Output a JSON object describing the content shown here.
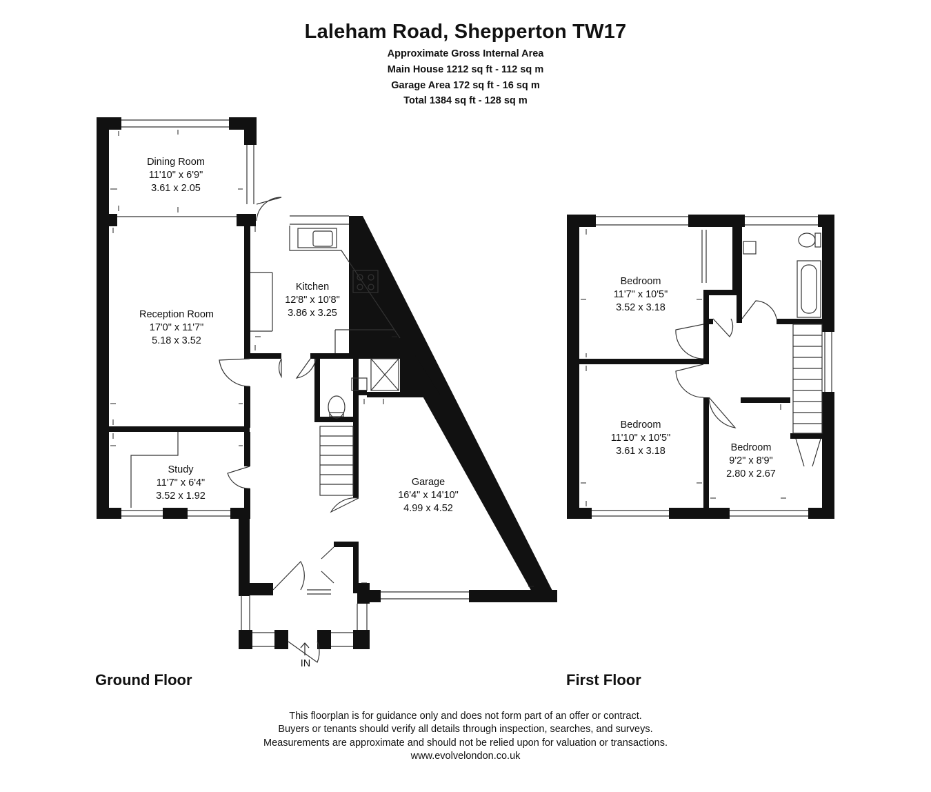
{
  "header": {
    "title": "Laleham Road, Shepperton TW17",
    "area_heading": "Approximate Gross Internal Area",
    "main_house": "Main House 1212 sq ft - 112 sq m",
    "garage_area": "Garage Area 172 sq ft - 16 sq m",
    "total": "Total 1384 sq ft - 128 sq m"
  },
  "rooms": {
    "dining": {
      "name": "Dining Room",
      "imperial": "11'10\" x 6'9\"",
      "metric": "3.61 x 2.05"
    },
    "reception": {
      "name": "Reception Room",
      "imperial": "17'0\" x 11'7\"",
      "metric": "5.18 x 3.52"
    },
    "kitchen": {
      "name": "Kitchen",
      "imperial": "12'8\" x 10'8\"",
      "metric": "3.86 x 3.25"
    },
    "study": {
      "name": "Study",
      "imperial": "11'7\" x 6'4\"",
      "metric": "3.52 x 1.92"
    },
    "garage": {
      "name": "Garage",
      "imperial": "16'4\" x 14'10\"",
      "metric": "4.99 x 4.52"
    },
    "bedroom1": {
      "name": "Bedroom",
      "imperial": "11'7\" x 10'5\"",
      "metric": "3.52 x 3.18"
    },
    "bedroom2": {
      "name": "Bedroom",
      "imperial": "11'10\" x 10'5\"",
      "metric": "3.61 x 3.18"
    },
    "bedroom3": {
      "name": "Bedroom",
      "imperial": "9'2\" x 8'9\"",
      "metric": "2.80 x 2.67"
    }
  },
  "entrance_label": "IN",
  "floors": {
    "ground": "Ground Floor",
    "first": "First Floor"
  },
  "disclaimer": {
    "line1": "This floorplan is for guidance only and does not form part of an offer or contract.",
    "line2": "Buyers or tenants should verify all details through inspection, searches, and surveys.",
    "line3": "Measurements are approximate and should not be relied upon for valuation or transactions.",
    "website": "www.evolvelondon.co.uk"
  }
}
